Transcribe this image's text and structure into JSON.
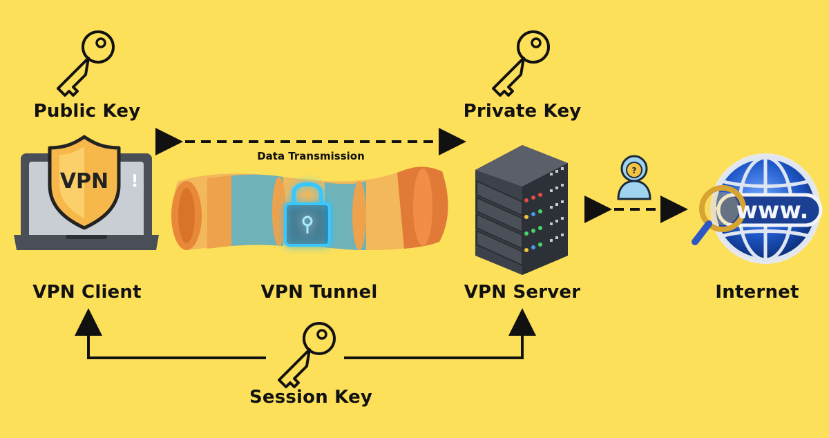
{
  "labels": {
    "public_key": "Public Key",
    "private_key": "Private Key",
    "data_transmission": "Data Transmission",
    "vpn_client": "VPN Client",
    "vpn_tunnel": "VPN Tunnel",
    "vpn_server": "VPN Server",
    "internet": "Internet",
    "session_key": "Session Key",
    "shield_text": "VPN",
    "globe_text": "www."
  },
  "colors": {
    "background": "#fde05a",
    "arrow": "#111111",
    "shield": "#f7b84b",
    "laptop_frame": "#4a4f57",
    "tunnel_orange": "#e8893a",
    "tunnel_teal": "#6fb3b8",
    "lock_glow": "#38c8ff",
    "server_body": "#3d414a",
    "globe_blue": "#1e58c9"
  }
}
